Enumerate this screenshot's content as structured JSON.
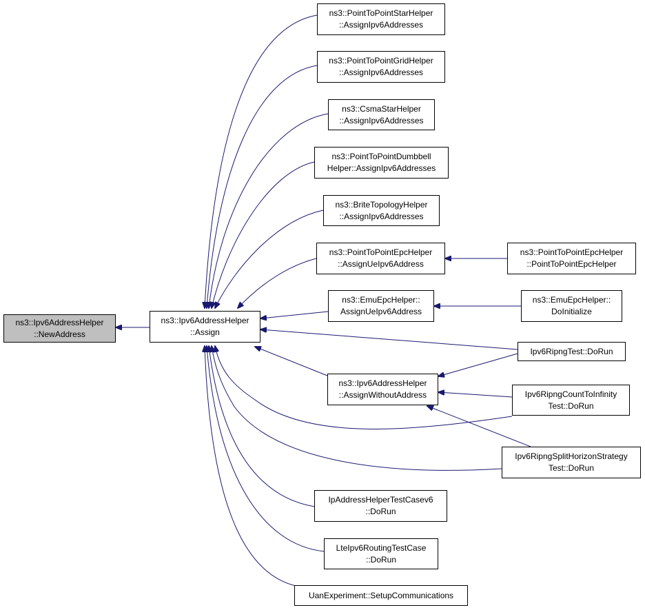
{
  "colors": {
    "edge": "#191970",
    "root_fill": "#bfbfbf",
    "node_fill": "#ffffff",
    "border": "#000000"
  },
  "nodes": {
    "new_address": {
      "line1": "ns3::Ipv6AddressHelper",
      "line2": "::NewAddress"
    },
    "assign": {
      "line1": "ns3::Ipv6AddressHelper",
      "line2": "::Assign"
    },
    "p2p_star": {
      "line1": "ns3::PointToPointStarHelper",
      "line2": "::AssignIpv6Addresses"
    },
    "p2p_grid": {
      "line1": "ns3::PointToPointGridHelper",
      "line2": "::AssignIpv6Addresses"
    },
    "csma_star": {
      "line1": "ns3::CsmaStarHelper",
      "line2": "::AssignIpv6Addresses"
    },
    "p2p_dumbbell": {
      "line1": "ns3::PointToPointDumbbell",
      "line2": "Helper::AssignIpv6Addresses"
    },
    "brite": {
      "line1": "ns3::BriteTopologyHelper",
      "line2": "::AssignIpv6Addresses"
    },
    "p2p_epc_assign": {
      "line1": "ns3::PointToPointEpcHelper",
      "line2": "::AssignUeIpv6Address"
    },
    "p2p_epc_ctor": {
      "line1": "ns3::PointToPointEpcHelper",
      "line2": "::PointToPointEpcHelper"
    },
    "emu_epc_assign": {
      "line1": "ns3::EmuEpcHelper::",
      "line2": "AssignUeIpv6Address"
    },
    "emu_epc_init": {
      "line1": "ns3::EmuEpcHelper::",
      "line2": "DoInitialize"
    },
    "ripng_test": {
      "line1": "Ipv6RipngTest::DoRun"
    },
    "assign_without": {
      "line1": "ns3::Ipv6AddressHelper",
      "line2": "::AssignWithoutAddress"
    },
    "ripng_count": {
      "line1": "Ipv6RipngCountToInfinity",
      "line2": "Test::DoRun"
    },
    "ripng_split": {
      "line1": "Ipv6RipngSplitHorizonStrategy",
      "line2": "Test::DoRun"
    },
    "ip_helper_test": {
      "line1": "IpAddressHelperTestCasev6",
      "line2": "::DoRun"
    },
    "lte_routing": {
      "line1": "LteIpv6RoutingTestCase",
      "line2": "::DoRun"
    },
    "uan": {
      "line1": "UanExperiment::SetupCommunications"
    }
  }
}
